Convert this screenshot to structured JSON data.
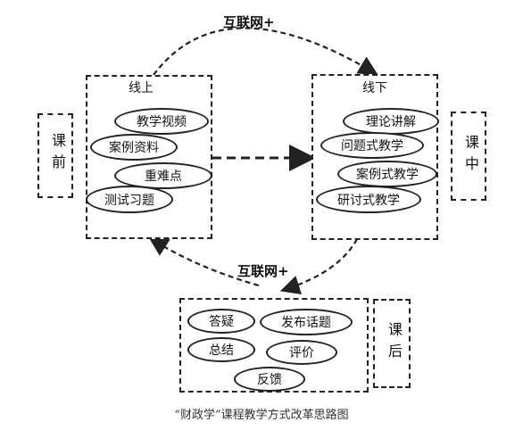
{
  "top_arrow_label": "互联网+",
  "bottom_arrow_label": "互联网+",
  "online": {
    "title": "线上",
    "items": [
      "教学视频",
      "案例资料",
      "重难点",
      "测试习题"
    ]
  },
  "offline": {
    "title": "线下",
    "items": [
      "理论讲解",
      "问题式教学",
      "案例式教学",
      "研讨式教学"
    ]
  },
  "after_class": {
    "items": [
      "答疑",
      "发布话题",
      "总结",
      "评价",
      "反馈"
    ]
  },
  "side_labels": {
    "before_class": "课前",
    "in_class": "课中",
    "after_class": "课后"
  },
  "caption": "“财政学”课程教学方式改革思路图"
}
